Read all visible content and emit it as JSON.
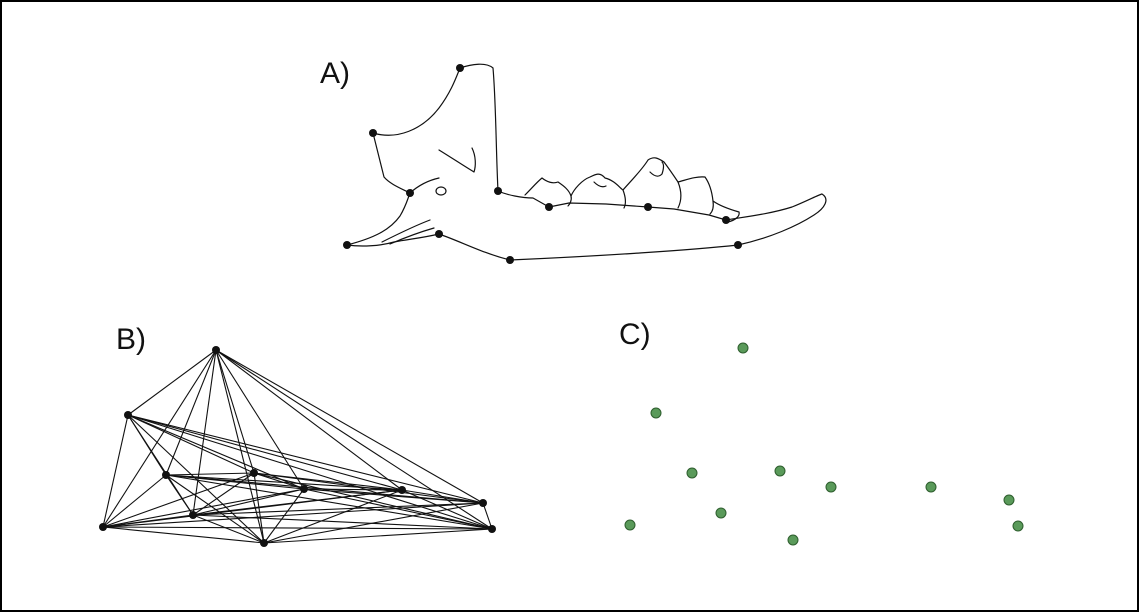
{
  "panels": {
    "a": {
      "label": "A)"
    },
    "b": {
      "label": "B)"
    },
    "c": {
      "label": "C)"
    }
  },
  "colors": {
    "outline": "#111111",
    "landmark": "#111111",
    "point_fill": "#5a9a5a",
    "point_stroke": "#2e5e2e",
    "edge": "#111111"
  }
}
